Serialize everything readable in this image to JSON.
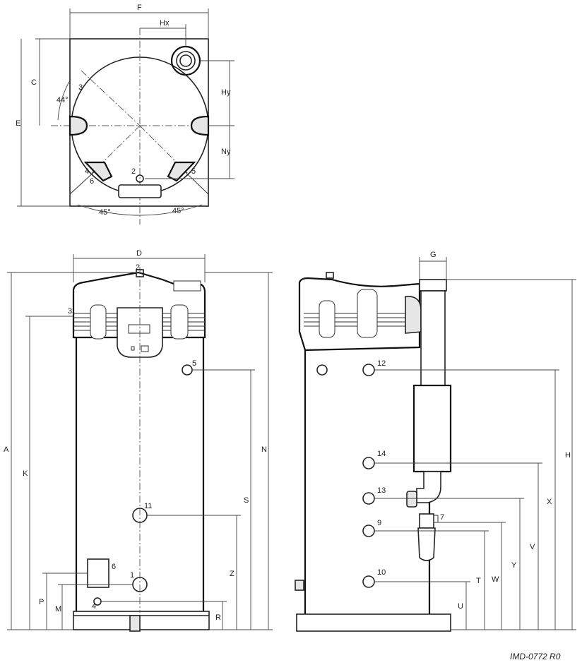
{
  "drawing_id": "IMD-0772 R0",
  "top_view": {
    "dims": {
      "F": "F",
      "Hx": "Hx",
      "C": "C",
      "E": "E",
      "Hy": "Hy",
      "Ny": "Ny"
    },
    "angles": {
      "a44": "44°",
      "a45l": "45°",
      "a45r": "45°"
    },
    "callouts": {
      "c3": "3",
      "c2": "2",
      "c4": "4",
      "c5": "5",
      "c6": "6"
    }
  },
  "front_view": {
    "dims": {
      "D": "D",
      "A": "A",
      "K": "K",
      "N": "N",
      "S": "S",
      "Z": "Z",
      "P": "P",
      "M": "M",
      "R": "R"
    },
    "callouts": {
      "c2": "2",
      "c3": "3",
      "c5": "5",
      "c11": "11",
      "c6": "6",
      "c1": "1",
      "c4": "4"
    }
  },
  "side_view": {
    "dims": {
      "G": "G",
      "H": "H",
      "X": "X",
      "V": "V",
      "Y": "Y",
      "W": "W",
      "T": "T",
      "U": "U"
    },
    "callouts": {
      "c12": "12",
      "c14": "14",
      "c13": "13",
      "c7": "7",
      "c9": "9",
      "c10": "10"
    }
  }
}
